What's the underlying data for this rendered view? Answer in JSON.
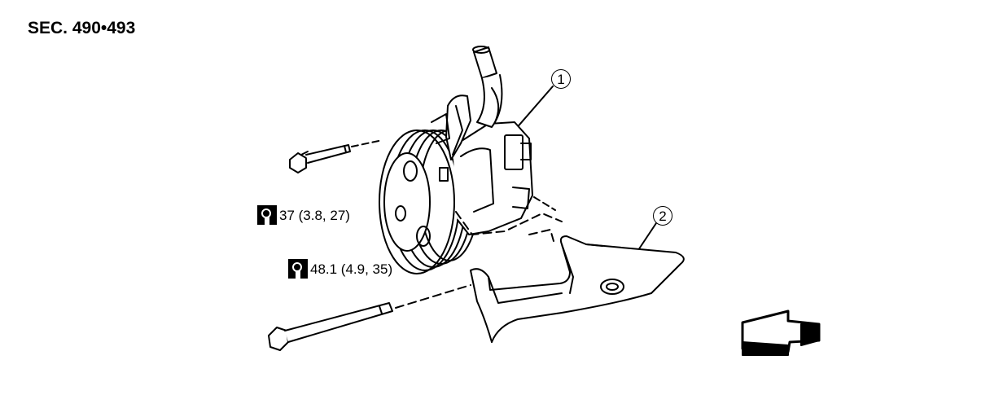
{
  "section": {
    "title": "SEC. 490•493"
  },
  "callouts": [
    {
      "label": "1"
    },
    {
      "label": "2"
    }
  ],
  "torque_specs": [
    {
      "icon": "torque-wrench-icon",
      "text": "37 (3.8, 27)"
    },
    {
      "icon": "torque-wrench-icon",
      "text": "48.1 (4.9, 35)"
    }
  ],
  "direction_arrow": {
    "icon": "front-direction-arrow-icon"
  }
}
